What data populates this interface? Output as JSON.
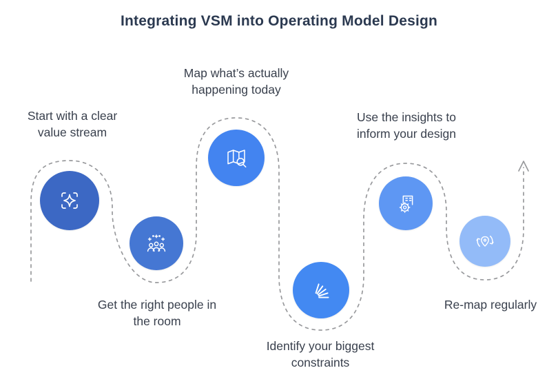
{
  "title": "Integrating VSM into Operating Model Design",
  "path": {
    "color": "#98999c",
    "style": "dashed",
    "arrow": "up"
  },
  "steps": [
    {
      "label": "Start with a clear value stream",
      "label_position": "above",
      "icon": "focus-sparkle-icon",
      "color": "#3c68c4"
    },
    {
      "label": "Get the right people in the room",
      "label_position": "below",
      "icon": "audience-icon",
      "color": "#4577d3"
    },
    {
      "label": "Map what’s actually happening today",
      "label_position": "above",
      "icon": "map-search-icon",
      "color": "#4384f0"
    },
    {
      "label": "Identify your biggest constraints",
      "label_position": "below",
      "icon": "constraints-stack-icon",
      "color": "#4389f2"
    },
    {
      "label": "Use the insights to inform your design",
      "label_position": "above",
      "icon": "building-gear-icon",
      "color": "#5e97f3"
    },
    {
      "label": "Re-map regularly",
      "label_position": "below",
      "icon": "refresh-pin-icon",
      "color": "#93bbf8"
    }
  ]
}
